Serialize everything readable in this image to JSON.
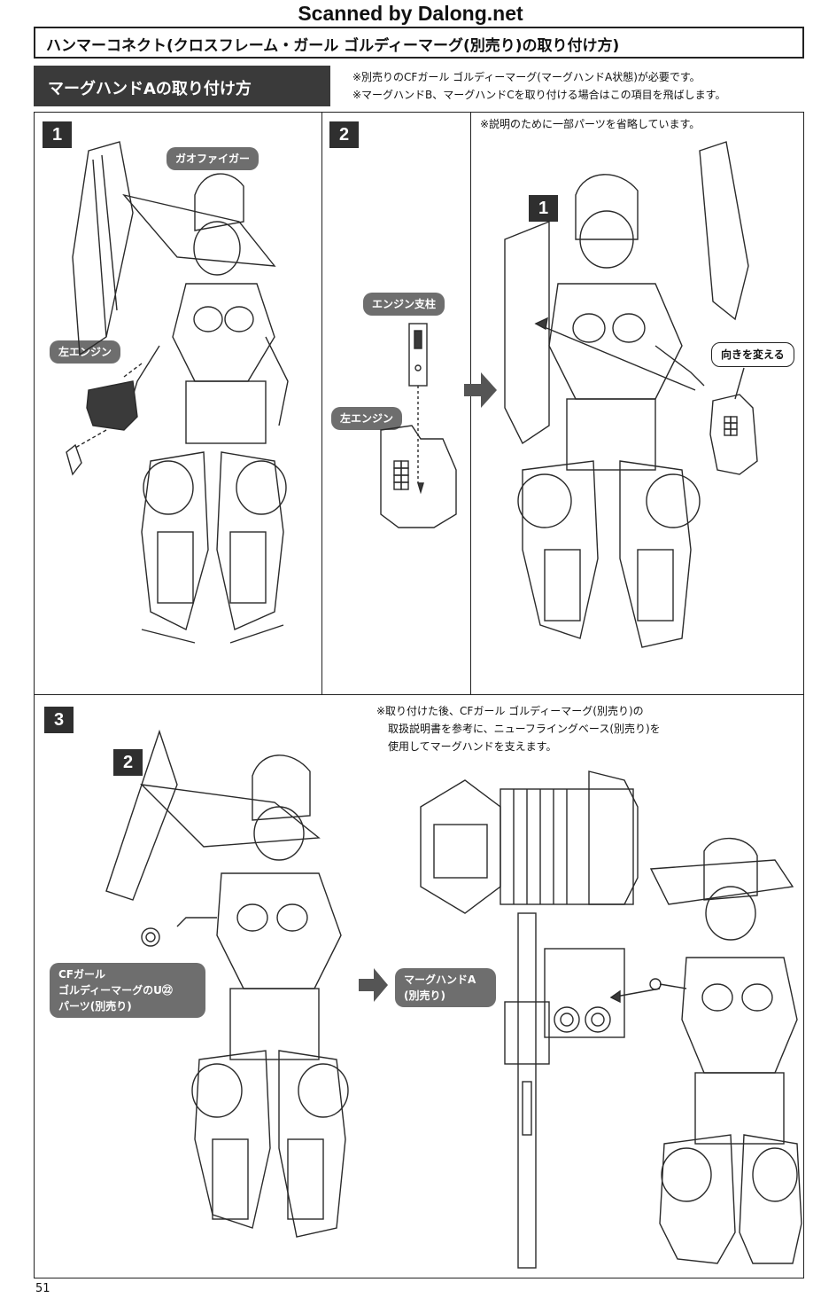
{
  "watermark": "Scanned by Dalong.net",
  "title": "ハンマーコネクト(クロスフレーム・ガール ゴルディーマーグ(別売り)の取り付け方)",
  "subheading": "マーグハンドAの取り付け方",
  "notes_top": [
    "※別売りのCFガール ゴルディーマーグ(マーグハンドA状態)が必要です。",
    "※マーグハンドB、マーグハンドCを取り付ける場合はこの項目を飛ばします。"
  ],
  "steps": {
    "s1": {
      "number": "1",
      "labels": {
        "gaofighgar": "ガオファイガー",
        "left_engine": "左エンジン"
      }
    },
    "s2": {
      "number": "2",
      "note": "※説明のために一部パーツを省略しています。",
      "labels": {
        "engine_strut": "エンジン支柱",
        "left_engine": "左エンジン",
        "ref_step": "1",
        "change_direction": "向きを変える"
      }
    },
    "s3": {
      "number": "3",
      "ref_step": "2",
      "note_lines": [
        "※取り付けた後、CFガール ゴルディーマーグ(別売り)の",
        "取扱説明書を参考に、ニューフライングベース(別売り)を",
        "使用してマーグハンドを支えます。"
      ],
      "callout_cf_lines": [
        "CFガール",
        "ゴルディーマーグのU㉒",
        "パーツ(別売り)"
      ],
      "callout_hand_lines": [
        "マーグハンドA",
        "(別売り)"
      ]
    }
  },
  "page_number": "51"
}
